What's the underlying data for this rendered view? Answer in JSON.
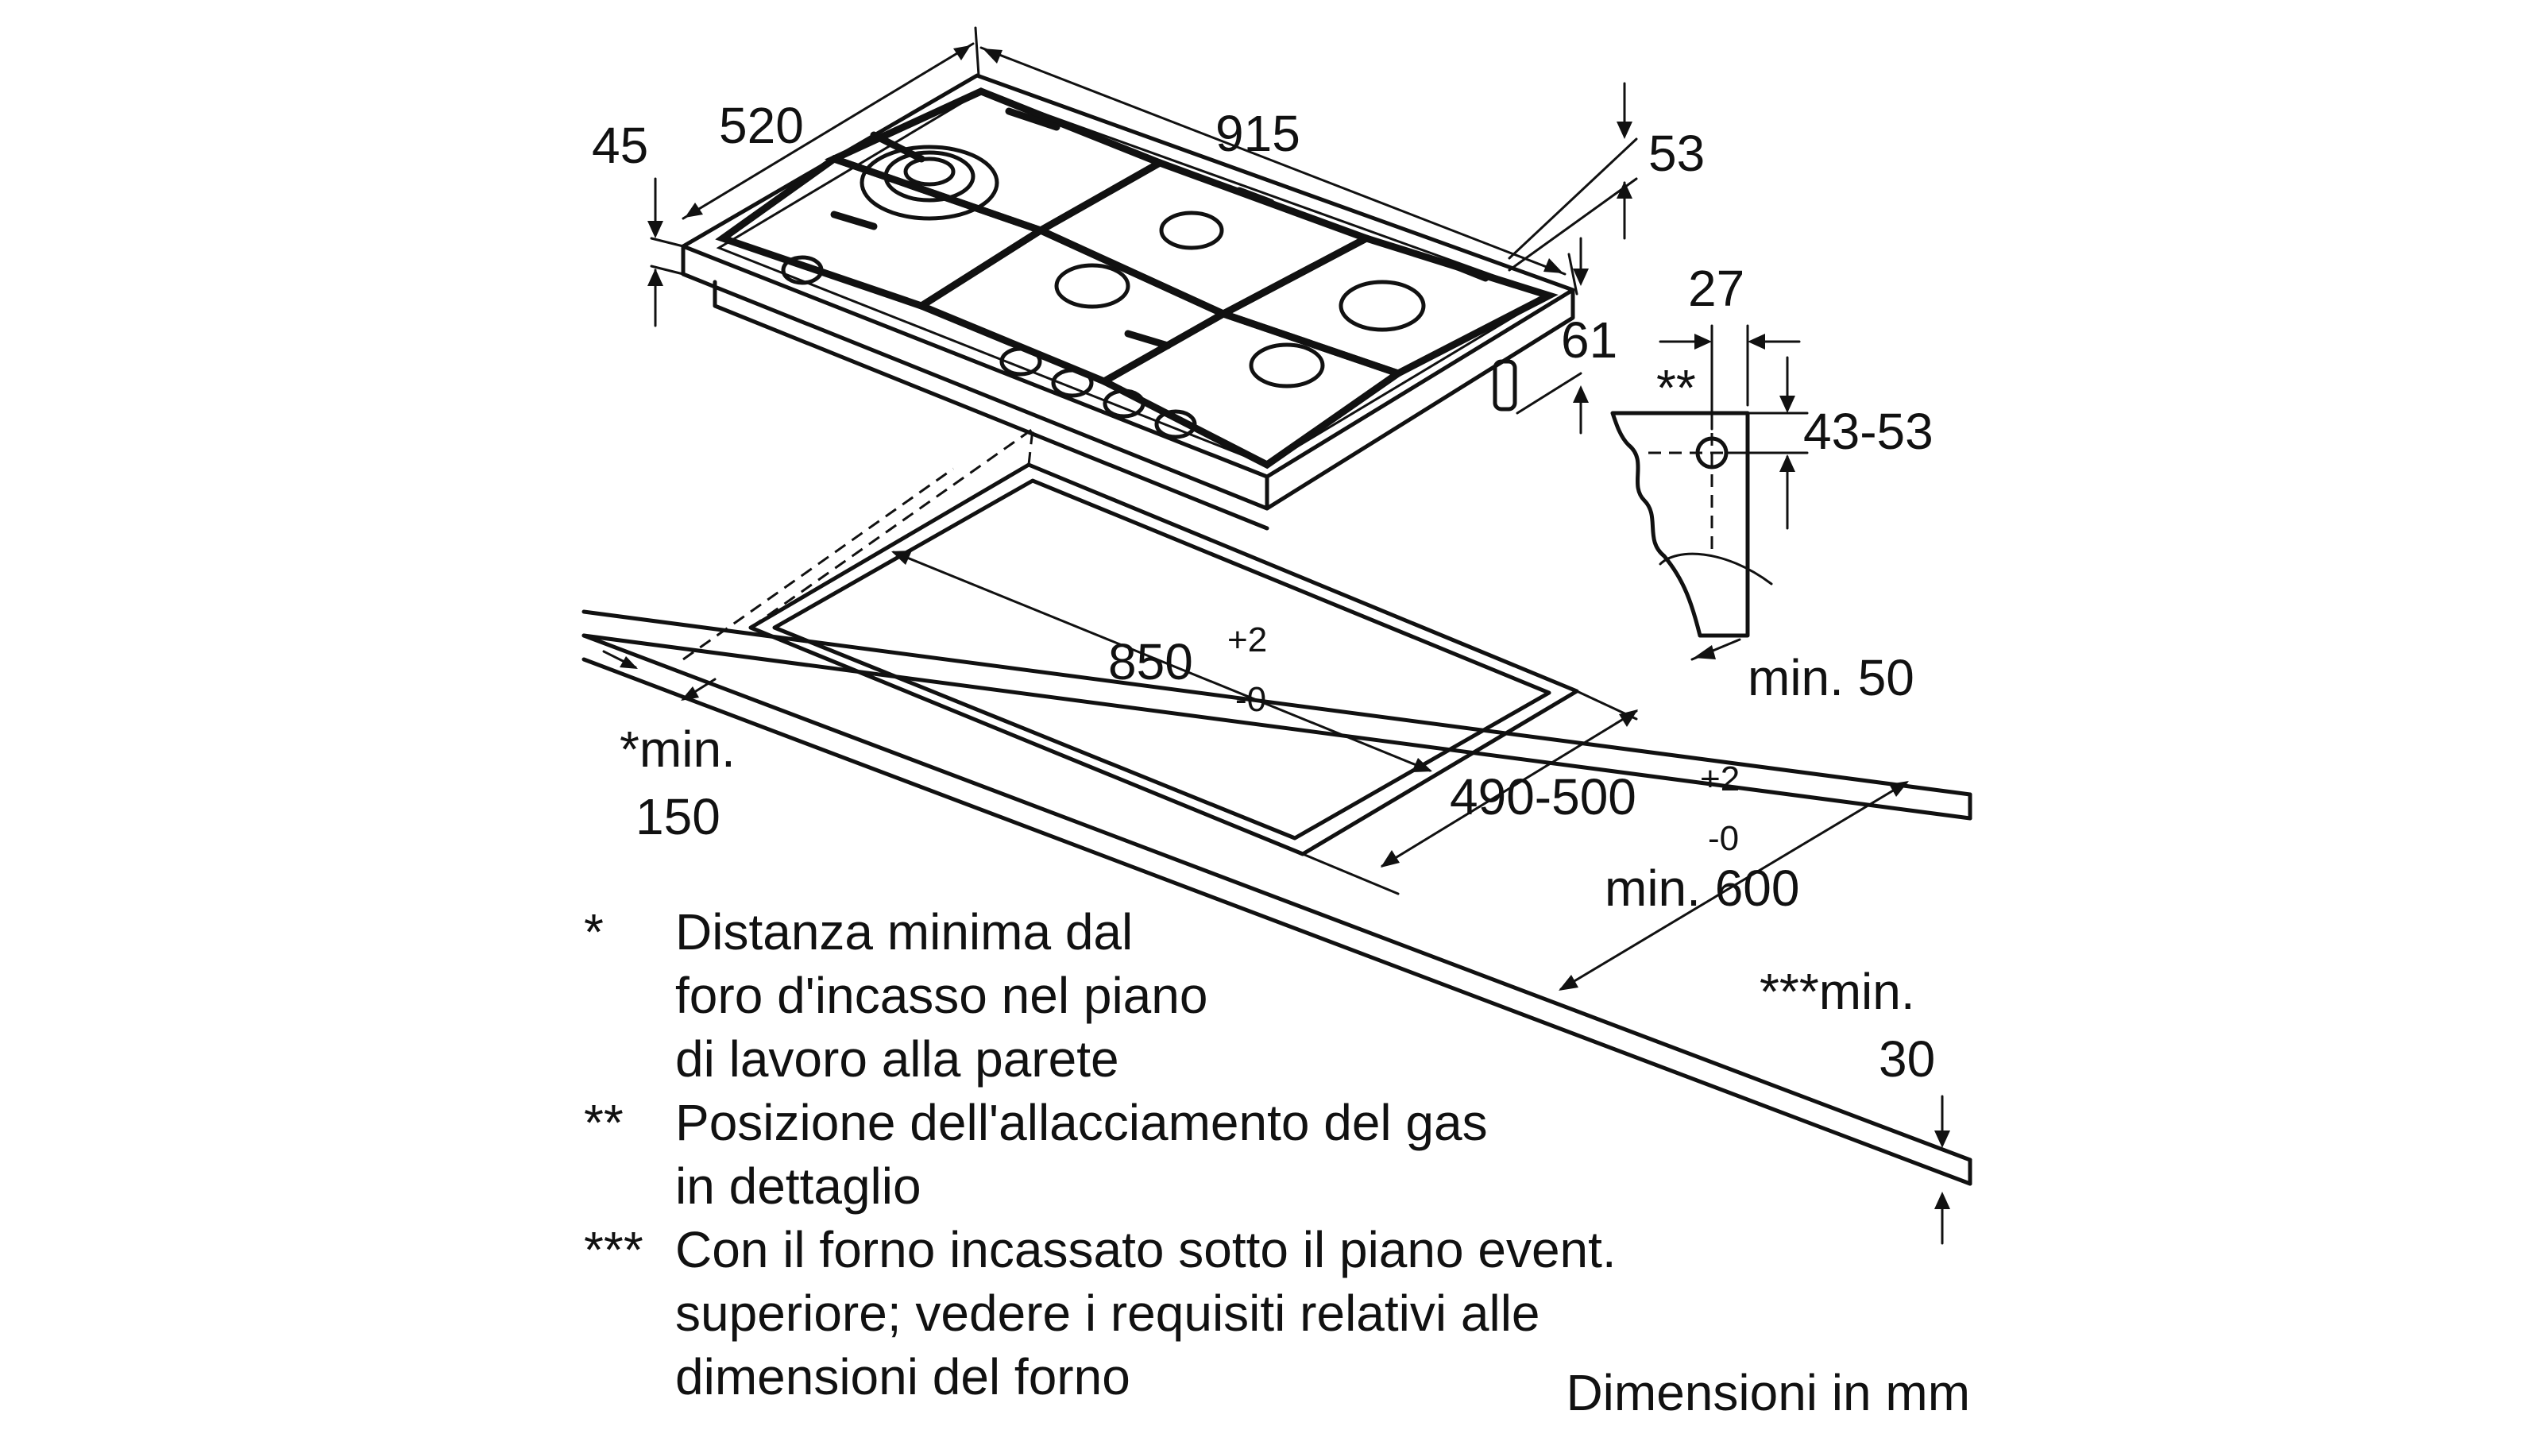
{
  "dimensions": {
    "d45": "45",
    "d520": "520",
    "d915": "915",
    "d53": "53",
    "d61": "61",
    "d27": "27",
    "d43_53": "43-53",
    "double_star": "**",
    "min50": "min. 50",
    "cutout_width": "850",
    "cutout_width_tol_plus": "+2",
    "cutout_width_tol_minus": "-0",
    "cutout_depth": "490-500",
    "cutout_depth_tol_plus": "+2",
    "cutout_depth_tol_minus": "-0",
    "min150_line1": "*min.",
    "min150_line2": "150",
    "min600": "min. 600",
    "min30_line1": "***min.",
    "min30_line2": "30"
  },
  "notes": [
    {
      "marker": "*",
      "lines": [
        "Distanza minima dal",
        "foro d'incasso nel piano",
        "di lavoro alla parete"
      ]
    },
    {
      "marker": "**",
      "lines": [
        "Posizione dell'allacciamento del gas",
        "in dettaglio"
      ]
    },
    {
      "marker": "***",
      "lines": [
        "Con il forno incassato sotto il piano event.",
        "superiore; vedere i requisiti relativi alle",
        "dimensioni del forno"
      ]
    }
  ],
  "footer": {
    "units": "Dimensioni in mm"
  }
}
